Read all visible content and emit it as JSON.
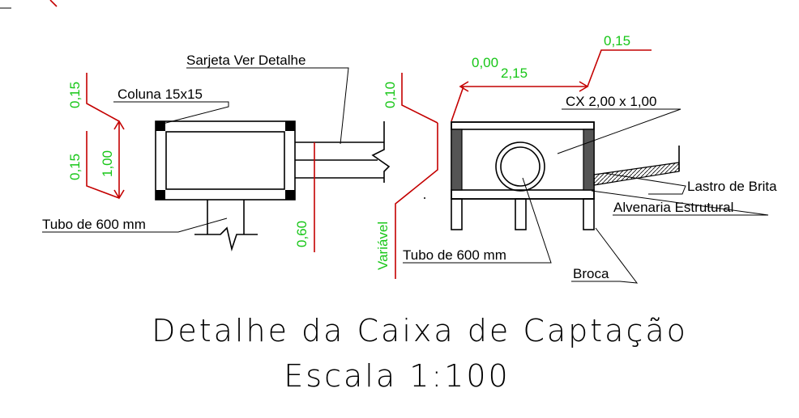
{
  "labels": {
    "sarjeta": "Sarjeta Ver Detalhe",
    "coluna": "Coluna 15x15",
    "tubo_left": "Tubo de 600 mm",
    "tubo_right": "Tubo de 600 mm",
    "cx": "CX 2,00 x 1,00",
    "lastro": "Lastro de Brita",
    "alvenaria": "Alvenaria Estrutural",
    "broca": "Broca"
  },
  "dimensions": {
    "d_015_top": "0,15",
    "d_015_mid": "0,15",
    "d_100": "1,00",
    "d_060": "0,60",
    "d_010": "0,10",
    "d_variavel": "Variável",
    "d_000": "0,00",
    "d_215": "2,15",
    "d_015_right": "0,15"
  },
  "title": {
    "line1": "Detalhe da Caixa de Captação",
    "line2": "Escala 1:100"
  },
  "colors": {
    "dimension_text": "#17c617",
    "dimension_line": "#c40000",
    "outline": "#000000"
  }
}
